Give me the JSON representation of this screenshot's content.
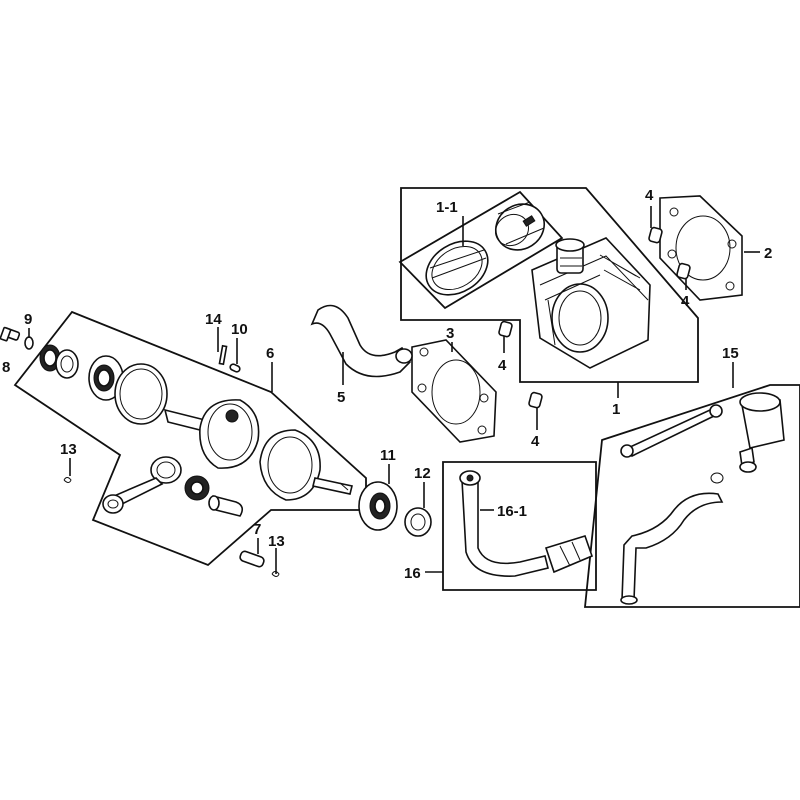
{
  "colors": {
    "line": "#111111",
    "background": "#ffffff"
  },
  "callouts": [
    {
      "id": "c-1",
      "text": "1"
    },
    {
      "id": "c-1-1",
      "text": "1-1"
    },
    {
      "id": "c-2",
      "text": "2"
    },
    {
      "id": "c-3",
      "text": "3"
    },
    {
      "id": "c-4a",
      "text": "4"
    },
    {
      "id": "c-4b",
      "text": "4"
    },
    {
      "id": "c-4c",
      "text": "4"
    },
    {
      "id": "c-4d",
      "text": "4"
    },
    {
      "id": "c-5",
      "text": "5"
    },
    {
      "id": "c-6",
      "text": "6"
    },
    {
      "id": "c-7",
      "text": "7"
    },
    {
      "id": "c-8",
      "text": "8"
    },
    {
      "id": "c-9",
      "text": "9"
    },
    {
      "id": "c-10",
      "text": "10"
    },
    {
      "id": "c-11",
      "text": "11"
    },
    {
      "id": "c-12",
      "text": "12"
    },
    {
      "id": "c-13a",
      "text": "13"
    },
    {
      "id": "c-13b",
      "text": "13"
    },
    {
      "id": "c-14",
      "text": "14"
    },
    {
      "id": "c-15",
      "text": "15"
    },
    {
      "id": "c-16",
      "text": "16"
    },
    {
      "id": "c-16-1",
      "text": "16-1"
    }
  ]
}
